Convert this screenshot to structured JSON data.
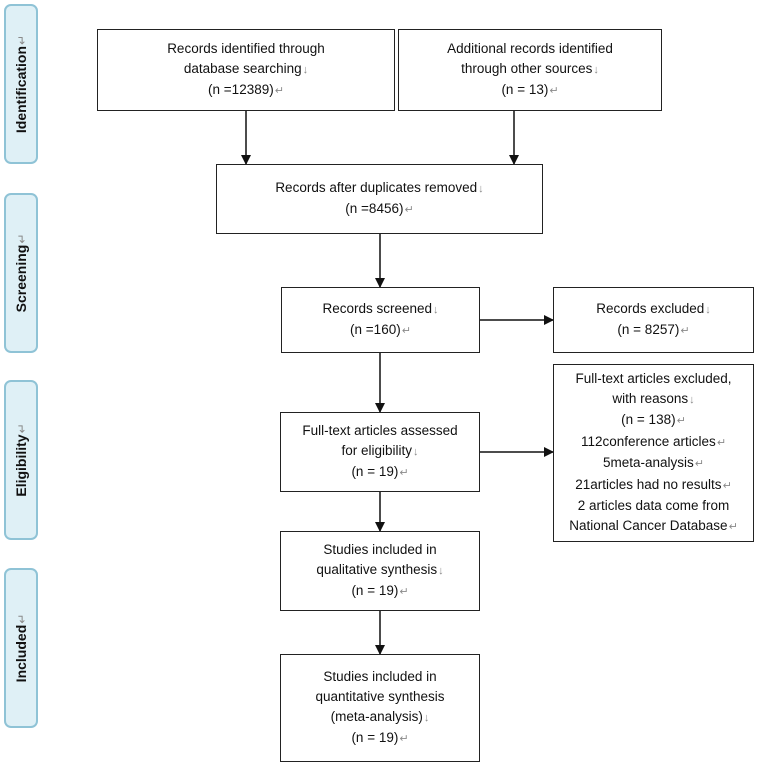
{
  "phases": [
    {
      "label": "Identification",
      "mark": "↵"
    },
    {
      "label": "Screening",
      "mark": "↵"
    },
    {
      "label": "Eligibility",
      "mark": "↵"
    },
    {
      "label": "Included",
      "mark": "↵"
    }
  ],
  "boxes": {
    "database_records": {
      "lines": [
        {
          "text": "Records identified through",
          "mark": ""
        },
        {
          "text": "database searching",
          "mark": "↓"
        },
        {
          "text": "(n =12389)",
          "mark": "↵"
        }
      ]
    },
    "other_records": {
      "lines": [
        {
          "text": "Additional records identified",
          "mark": ""
        },
        {
          "text": "through other sources",
          "mark": "↓"
        },
        {
          "text": "(n = 13)",
          "mark": "↵"
        }
      ]
    },
    "after_duplicates": {
      "lines": [
        {
          "text": "Records after duplicates removed",
          "mark": "↓"
        },
        {
          "text": "(n =8456)",
          "mark": "↵"
        }
      ]
    },
    "screened": {
      "lines": [
        {
          "text": "Records screened",
          "mark": "↓"
        },
        {
          "text": "(n =160)",
          "mark": "↵"
        }
      ]
    },
    "excluded": {
      "lines": [
        {
          "text": "Records excluded",
          "mark": "↓"
        },
        {
          "text": "(n = 8257)",
          "mark": "↵"
        }
      ]
    },
    "fulltext_assessed": {
      "lines": [
        {
          "text": "Full-text articles assessed",
          "mark": ""
        },
        {
          "text": "for eligibility",
          "mark": "↓"
        },
        {
          "text": "(n = 19)",
          "mark": "↵"
        }
      ]
    },
    "fulltext_excluded": {
      "lines": [
        {
          "text": "Full-text articles excluded,",
          "mark": ""
        },
        {
          "text": "with reasons",
          "mark": "↓"
        },
        {
          "text": "(n = 138)",
          "mark": "↵"
        },
        {
          "text": "112conference articles",
          "mark": "↵"
        },
        {
          "text": "5meta-analysis",
          "mark": "↵"
        },
        {
          "text": "21articles had no results",
          "mark": "↵"
        },
        {
          "text": "2 articles data come from",
          "mark": ""
        },
        {
          "text": "National Cancer Database",
          "mark": "↵"
        }
      ]
    },
    "qualitative": {
      "lines": [
        {
          "text": "Studies included in",
          "mark": ""
        },
        {
          "text": "qualitative synthesis",
          "mark": "↓"
        },
        {
          "text": "(n = 19)",
          "mark": "↵"
        }
      ]
    },
    "quantitative": {
      "lines": [
        {
          "text": "Studies included in",
          "mark": ""
        },
        {
          "text": "quantitative synthesis",
          "mark": ""
        },
        {
          "text": "(meta-analysis)",
          "mark": "↓"
        },
        {
          "text": "(n = 19)",
          "mark": "↵"
        }
      ]
    }
  }
}
